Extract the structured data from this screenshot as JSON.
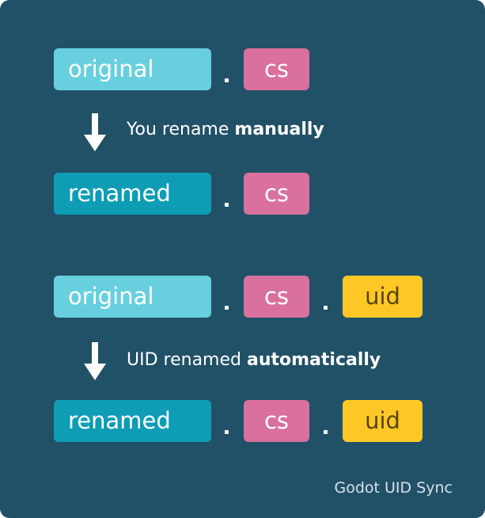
{
  "colors": {
    "background": "#215167",
    "original_box": "#67cfde",
    "renamed_box": "#0e9db5",
    "ext_box": "#d9709d",
    "uid_box": "#fdc826",
    "uid_text": "#5a4300",
    "text": "#ffffff"
  },
  "diagram": {
    "group_manual": {
      "before": {
        "name": "original",
        "ext": "cs"
      },
      "step": {
        "prefix": "You rename ",
        "emphasis": "manually"
      },
      "after": {
        "name": "renamed",
        "ext": "cs"
      }
    },
    "group_auto": {
      "before": {
        "name": "original",
        "ext": "cs",
        "uid": "uid"
      },
      "step": {
        "prefix": "UID renamed ",
        "emphasis": "automatically"
      },
      "after": {
        "name": "renamed",
        "ext": "cs",
        "uid": "uid"
      }
    }
  },
  "footer": {
    "brand": "Godot UID Sync"
  }
}
